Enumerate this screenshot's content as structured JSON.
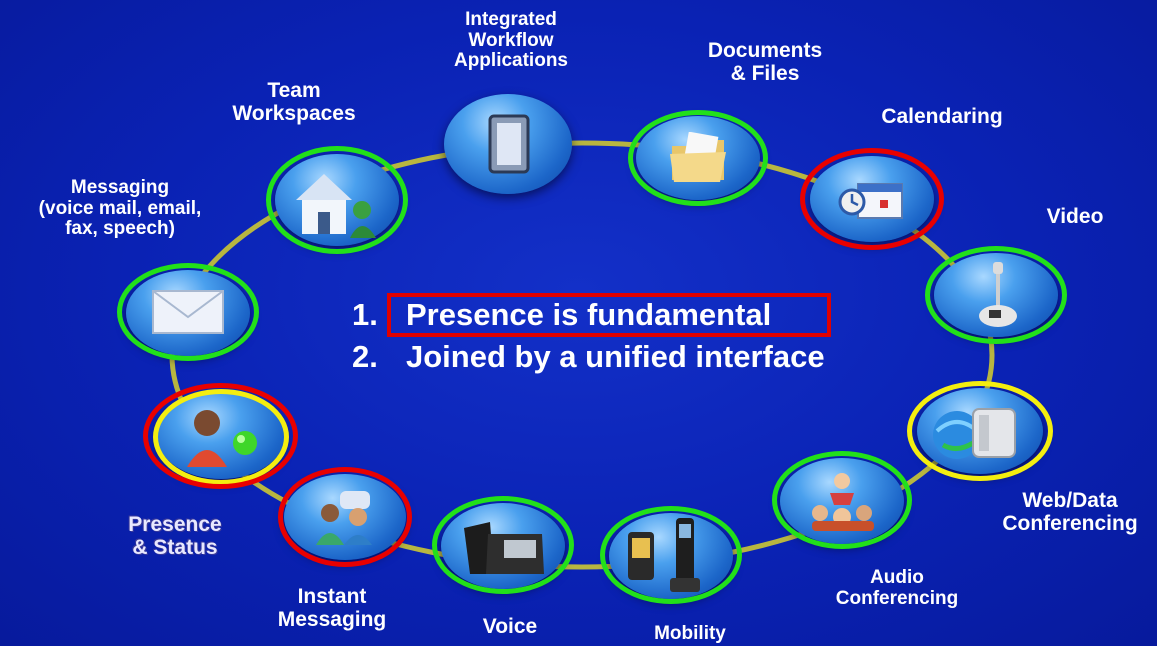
{
  "colors": {
    "background": "#0a22b4",
    "ring_line": "#b8b640",
    "green_outline": "#22e01a",
    "red_outline": "#e80000",
    "yellow_outline": "#f4ee10"
  },
  "center": {
    "item1_number": "1.",
    "item1_text": "Presence is fundamental",
    "item2_number": "2.",
    "item2_text": "Joined by a unified interface"
  },
  "nodes": {
    "workflow": {
      "label_lines": [
        "Integrated",
        "Workflow",
        "Applications"
      ],
      "icon": "document-frame-icon"
    },
    "documents": {
      "label_lines": [
        "Documents",
        "& Files"
      ],
      "icon": "folder-icon"
    },
    "calendaring": {
      "label_lines": [
        "Calendaring"
      ],
      "icon": "calendar-icon"
    },
    "video": {
      "label_lines": [
        "Video"
      ],
      "icon": "webcam-icon"
    },
    "web_data": {
      "label_lines": [
        "Web/Data",
        "Conferencing"
      ],
      "icon": "globe-phone-icon"
    },
    "audio": {
      "label_lines": [
        "Audio",
        "Conferencing"
      ],
      "icon": "people-group-icon"
    },
    "mobility": {
      "label_lines": [
        "Mobility"
      ],
      "icon": "mobile-phones-icon"
    },
    "voice": {
      "label_lines": [
        "Voice"
      ],
      "icon": "desk-phone-icon"
    },
    "instant_messaging": {
      "label_lines": [
        "Instant",
        "Messaging"
      ],
      "icon": "chat-people-icon"
    },
    "presence": {
      "label_lines": [
        "Presence",
        "& Status"
      ],
      "icon": "presence-person-icon"
    },
    "messaging": {
      "label_lines": [
        "Messaging",
        "(voice mail, email,",
        "fax, speech)"
      ],
      "icon": "envelope-icon"
    },
    "team": {
      "label_lines": [
        "Team",
        "Workspaces"
      ],
      "icon": "house-icon"
    }
  }
}
